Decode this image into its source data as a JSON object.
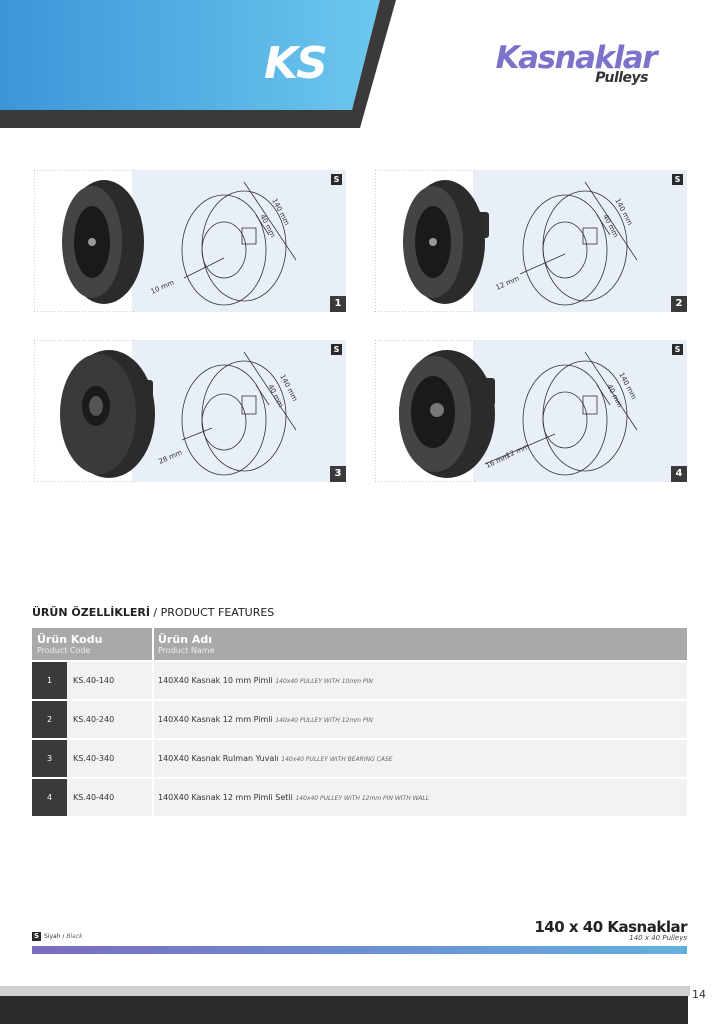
{
  "header": {
    "logo": "KS",
    "brand_title": "Kasnaklar",
    "brand_subtitle": "Pulleys",
    "colors": {
      "blue": "#5bb5e6",
      "dark": "#3a3a3a",
      "brand_purple": "#7a73c9"
    }
  },
  "products_visual": [
    {
      "badge": "S",
      "number": "1",
      "dim_outer": "140 mm",
      "dim_inner": "40 mm",
      "dim_pin": "10 mm"
    },
    {
      "badge": "S",
      "number": "2",
      "dim_outer": "140 mm",
      "dim_inner": "40 mm",
      "dim_pin": "12 mm"
    },
    {
      "badge": "S",
      "number": "3",
      "dim_outer": "140 mm",
      "dim_inner": "40 mm",
      "dim_pin": "28 mm"
    },
    {
      "badge": "S",
      "number": "4",
      "dim_outer": "140 mm",
      "dim_inner": "40 mm",
      "dim_pin": "12 mm",
      "dim_wall": "16 mm"
    }
  ],
  "features": {
    "title_bold": "ÜRÜN ÖZELLİKLERİ",
    "title_rest": " / PRODUCT FEATURES",
    "col_code": "Ürün Kodu",
    "col_code_sub": "Product Code",
    "col_name": "Ürün Adı",
    "col_name_sub": "Product Name",
    "rows": [
      {
        "num": "1",
        "code": "KS.40-140",
        "name": "140X40 Kasnak 10 mm Pimli",
        "name_en": "140x40 PULLEY WITH 10mm PIN"
      },
      {
        "num": "2",
        "code": "KS.40-240",
        "name": "140X40 Kasnak 12 mm Pimli",
        "name_en": "140x40 PULLEY WITH 12mm PIN"
      },
      {
        "num": "3",
        "code": "KS.40-340",
        "name": "140X40 Kasnak Rulman Yuvalı",
        "name_en": "140x40 PULLEY WITH BEARING CASE"
      },
      {
        "num": "4",
        "code": "KS.40-440",
        "name": "140X40 Kasnak 12 mm Pimli Setli",
        "name_en": "140x40 PULLEY WITH 12mm PIN WITH WALL"
      }
    ]
  },
  "footer": {
    "legend_badge": "S",
    "legend_tr": "Siyah",
    "legend_sep": " / ",
    "legend_en": "Black",
    "title": "140 x 40 Kasnaklar",
    "subtitle": "140 x 40 Pulleys",
    "page_number": "14"
  }
}
